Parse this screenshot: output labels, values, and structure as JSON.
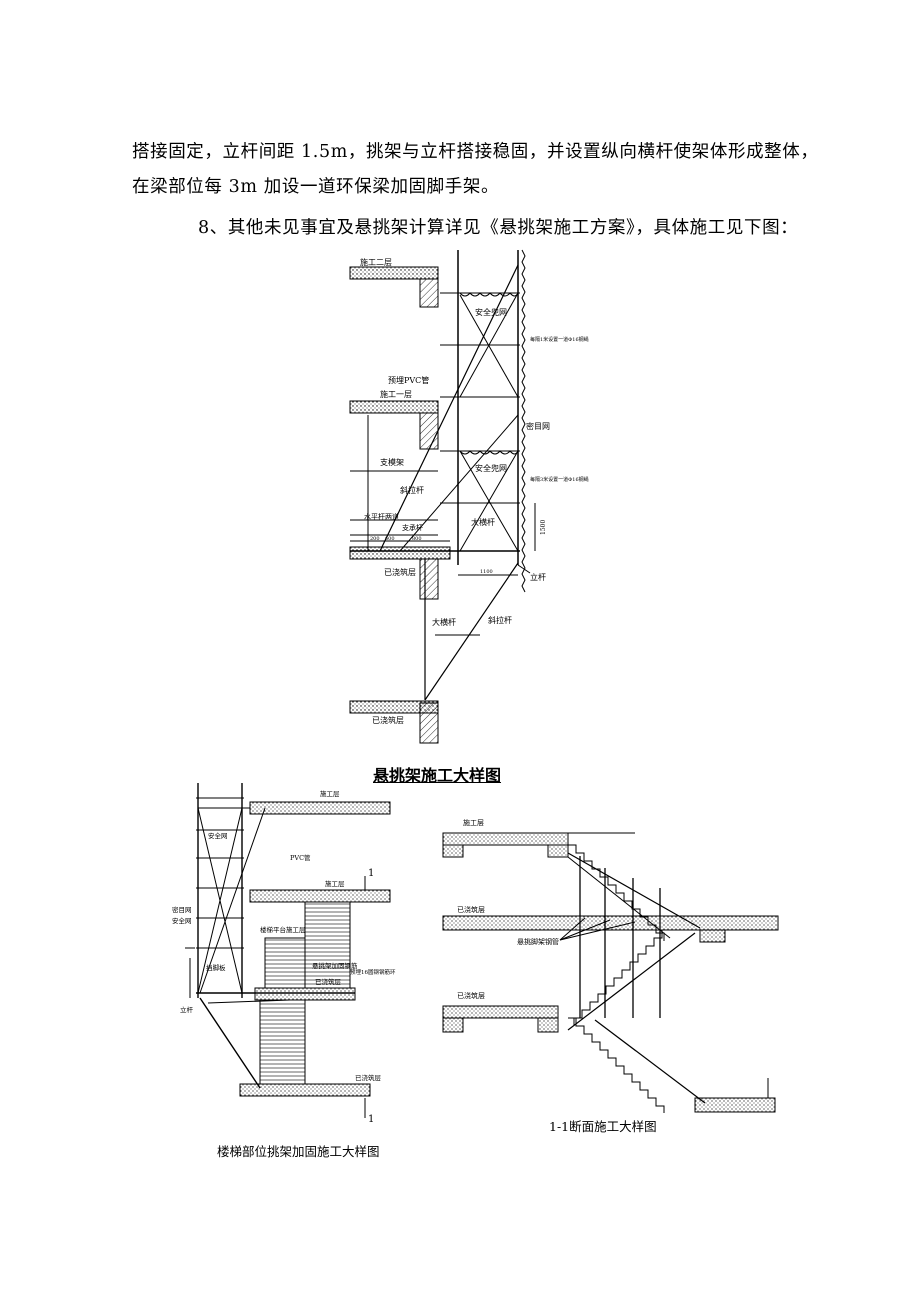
{
  "text": {
    "line1": "搭接固定，立杆间距 1.5m，挑架与立杆搭接稳固，并设置纵向横杆使架体形成整体，",
    "line2": "在梁部位每 3m 加设一道环保梁加固脚手架。",
    "line3": "8、其他未见事宜及悬挑架计算详见《悬挑架施工方案》，具体施工见下图："
  },
  "figure1": {
    "caption": "悬挑架施工大样图",
    "labels": {
      "floor2": "施工二层",
      "safety_net_top": "安全兜网",
      "rope_note_top": "每隔1米设置一道Φ16钢绳",
      "pvc": "预埋PVC管",
      "floor1": "施工一层",
      "dense_net": "密目网",
      "formwork": "支模架",
      "safety_net_mid": "安全兜网",
      "rope_note_mid": "每隔3米设置一道Φ16钢绳",
      "diagonal": "斜拉杆",
      "ledger": "大横杆",
      "horizontal_tie": "水平杆两道",
      "support_rod": "支承杆",
      "dim_1500": "1500",
      "dim_200": "200",
      "dim_600": "600",
      "dim_800": "800",
      "dim_1100": "1100",
      "cast_layer": "已浇筑层",
      "standard": "立杆",
      "ledger_low": "大横杆",
      "diagonal_low": "斜拉杆",
      "cast_layer_bottom": "已浇筑层"
    }
  },
  "figure2": {
    "caption": "楼梯部位挑架加固施工大样图",
    "labels": {
      "work_floor_top": "施工层",
      "safety_net": "安全网",
      "pvc": "PVC管",
      "work_floor_mid": "施工层",
      "dense_net": "密目网",
      "safety_net2": "安全网",
      "platform_layer": "楼梯平台施工层",
      "cantilever_rebar": "悬挑架加固钢筋",
      "embedded_ring": "预埋16圆钢钢筋环",
      "cast_layer": "已浇筑层",
      "foot_board": "挡脚板",
      "standard": "立杆",
      "cast_layer_bottom": "已浇筑层",
      "section_mark": "1"
    }
  },
  "figure3": {
    "caption": "1-1断面施工大样图",
    "labels": {
      "work_floor": "施工层",
      "cast_layer_mid": "已浇筑层",
      "cantilever_pipe": "悬挑脚架钢管",
      "cast_layer_low": "已浇筑层"
    }
  }
}
